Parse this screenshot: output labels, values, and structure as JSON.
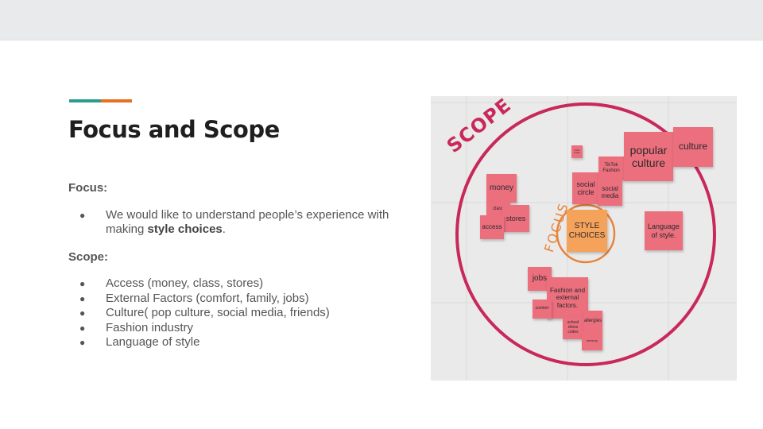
{
  "slide": {
    "title": "Focus and Scope",
    "focus_heading": "Focus:",
    "focus_text_prefix": "We would like to understand people’s experience with making ",
    "focus_text_bold": "style choices",
    "focus_text_suffix": ".",
    "scope_heading": "Scope:",
    "scope_items": [
      "Access (money, class, stores)",
      "External Factors (comfort, family, jobs)",
      "Culture( pop culture, social media, friends)",
      "Fashion industry",
      "Language of style"
    ],
    "bullet": "●"
  },
  "board": {
    "scope_label": "SCOPE",
    "focus_label": "FOCUS",
    "notes": {
      "money": "money",
      "class": "class",
      "stores": "stores",
      "access": "access",
      "social_circle": "social circle",
      "social_media": "social media",
      "tiktok": "TikTok Fashion",
      "popular_culture": "popular culture",
      "culture": "culture",
      "style_choices": "STYLE CHOICES",
      "language_of_style": "Language of style.",
      "jobs": "jobs",
      "fashion_external": "Fashion and external factors.",
      "comfort": "comfort",
      "school_dress_codes": "school dress codes",
      "allergies": "allergies",
      "sensory": "sensory",
      "small_top": "hurtic prodo"
    }
  },
  "colors": {
    "accent_teal": "#2a9d8f",
    "accent_orange": "#e76f1e",
    "scope_circle": "#c8295a",
    "focus_circle": "#e8843a",
    "sticky_pink": "#ec6f7e",
    "sticky_orange": "#f5a35a"
  }
}
